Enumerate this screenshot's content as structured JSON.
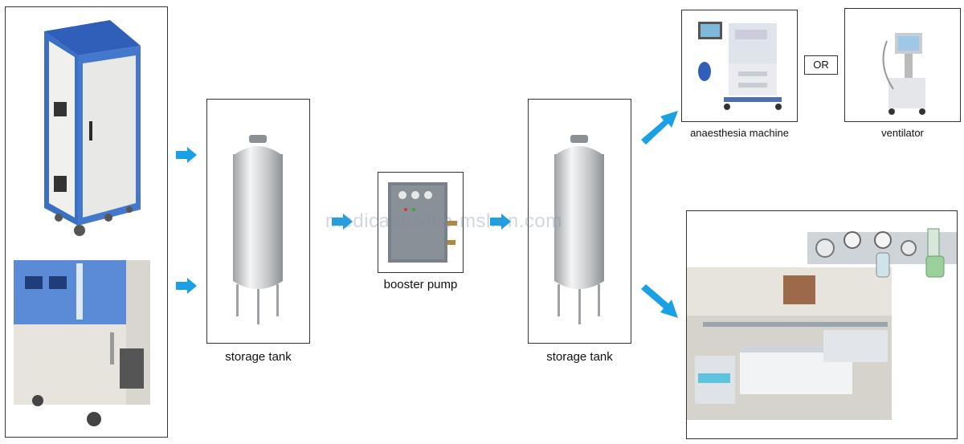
{
  "labels": {
    "storage_tank_1": "storage tank",
    "booster_pump": "booster pump",
    "storage_tank_2": "storage tank",
    "anaesthesia_machine": "anaesthesia machine",
    "or": "OR",
    "ventilator": "ventilator"
  },
  "watermark": "medicaldevice-msl.en.com",
  "colors": {
    "arrow": "#1aa0e6",
    "cabinet_blue": "#3a6fc4",
    "steel": "#c9ccd0"
  }
}
